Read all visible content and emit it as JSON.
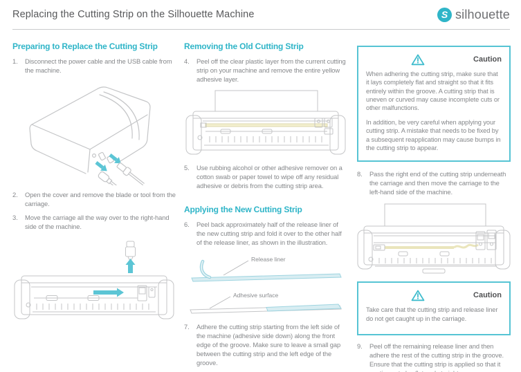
{
  "accent_color": "#2fb5c8",
  "illustration_line_color": "#c4c5c7",
  "strip_yellow": "#f3f0cf",
  "liner_teal": "#d8edf2",
  "header": {
    "title": "Replacing the Cutting Strip on the Silhouette Machine",
    "brand": "silhouette",
    "logo_letter": "S"
  },
  "prepare": {
    "heading": "Preparing to Replace the Cutting Strip",
    "steps": [
      {
        "num": "1.",
        "text": "Disconnect the power cable and the USB cable from the machine."
      },
      {
        "num": "2.",
        "text": "Open the cover and remove the blade or tool from the carriage."
      },
      {
        "num": "3.",
        "text": "Move the carriage all the way over to the right-hand side of the machine."
      }
    ]
  },
  "removing": {
    "heading": "Removing the Old Cutting Strip",
    "steps": [
      {
        "num": "4.",
        "text": "Peel off the clear plastic layer from the current cutting strip on your machine and remove the entire yellow adhesive layer."
      },
      {
        "num": "5.",
        "text": "Use rubbing alcohol or other adhesive remover on a cotton swab or paper towel to wipe off any residual adhesive or debris from the cutting strip area."
      }
    ]
  },
  "applying": {
    "heading": "Applying the New Cutting Strip",
    "steps": [
      {
        "num": "6.",
        "text": "Peel back approximately half of the release liner of the new cutting strip and fold it over to the other half of the release liner, as shown in the illustration."
      },
      {
        "num": "7.",
        "text": "Adhere the cutting strip starting from the left side of the machine (adhesive side down) along the front edge of the groove. Make sure to leave a small gap between the cutting strip and the left edge of the groove."
      }
    ],
    "labels": {
      "release_liner": "Release liner",
      "adhesive_surface": "Adhesive surface"
    }
  },
  "finish": {
    "caution1": {
      "title": "Caution",
      "p1": "When adhering the cutting strip, make sure that it lays completely flat and straight so that it fits entirely within the groove. A cutting strip that is uneven or curved may cause incomplete cuts or other malfunctions.",
      "p2": "In addition, be very careful when applying your cutting strip. A mistake that needs to be fixed by a subsequent reapplication may cause bumps in the cutting strip to appear."
    },
    "steps": [
      {
        "num": "8.",
        "text": "Pass the right end of the cutting strip underneath the carriage and then move the carriage to the left-hand side of the machine."
      },
      {
        "num": "9.",
        "text": "Peel off the remaining release liner and then adhere the rest of the cutting strip in the groove. Ensure that the cutting strip is applied so that it continues to lay flat and straight."
      }
    ],
    "caution2": {
      "title": "Caution",
      "text": "Take care that the cutting strip and release liner do not get caught up in the carriage."
    }
  }
}
